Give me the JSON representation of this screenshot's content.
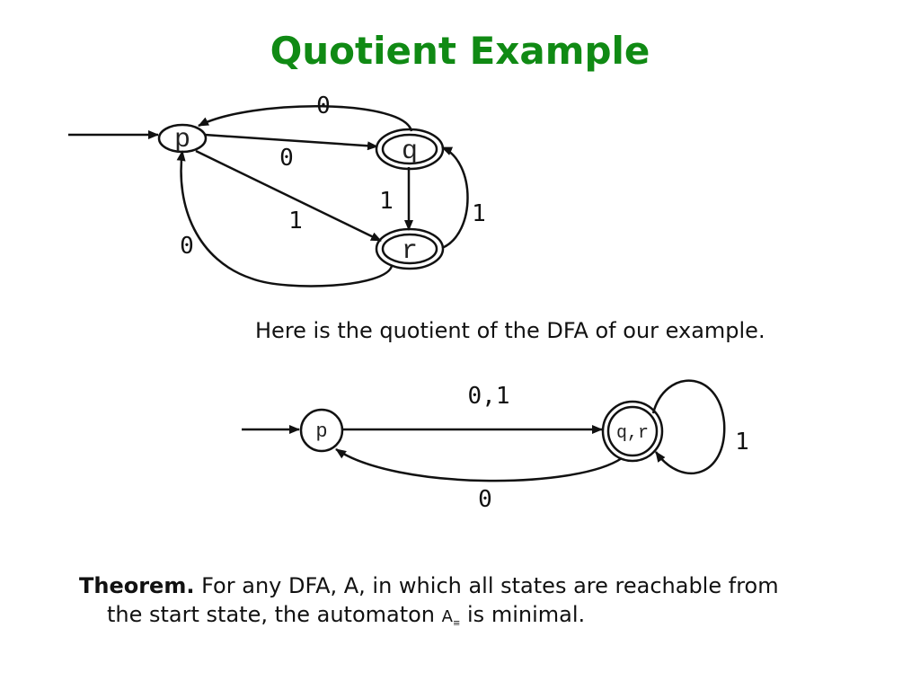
{
  "title": "Quotient Example",
  "dfa1": {
    "states": {
      "p": "p",
      "q": "q",
      "r": "r"
    },
    "edge_labels": {
      "q_to_p": "0",
      "p_to_q": "0",
      "q_to_r": "1",
      "r_to_q": "1",
      "p_to_r": "1",
      "r_to_p": "0"
    }
  },
  "caption": "Here is the quotient of the DFA of our example.",
  "dfa2": {
    "states": {
      "p": "p",
      "qr": "q,r"
    },
    "edge_labels": {
      "p_to_qr": "0,1",
      "qr_to_p": "0",
      "qr_loop": "1"
    }
  },
  "theorem": {
    "bold": "Theorem.",
    "line1": "For any DFA, A, in which all states are reachable from",
    "line2_pre": "the start state, the automaton",
    "symbol": "A",
    "symbol_sub": "≡",
    "line2_post": "is minimal."
  }
}
